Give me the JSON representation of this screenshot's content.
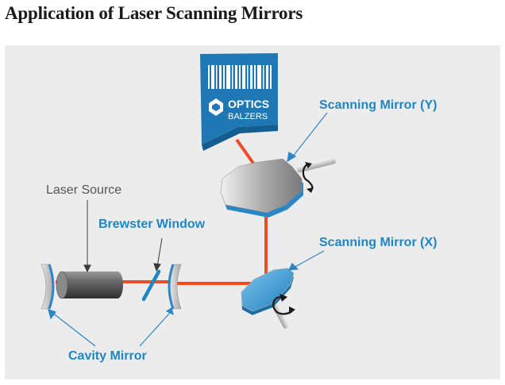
{
  "title": "Application of Laser Scanning Mirrors",
  "labels": {
    "scanning_mirror_y": "Scanning Mirror (Y)",
    "scanning_mirror_x": "Scanning Mirror (X)",
    "laser_source": "Laser Source",
    "brewster_window": "Brewster Window",
    "cavity_mirror": "Cavity Mirror"
  },
  "target_logo": {
    "line1": "OPTICS",
    "line2": "BALZERS"
  },
  "colors": {
    "panel_background": "#ececec",
    "laser_beam": "#ee4b2b",
    "label_blue": "#1f86c4",
    "target_blue": "#1f78b4",
    "mirror_blue": "#3aa0d8"
  }
}
